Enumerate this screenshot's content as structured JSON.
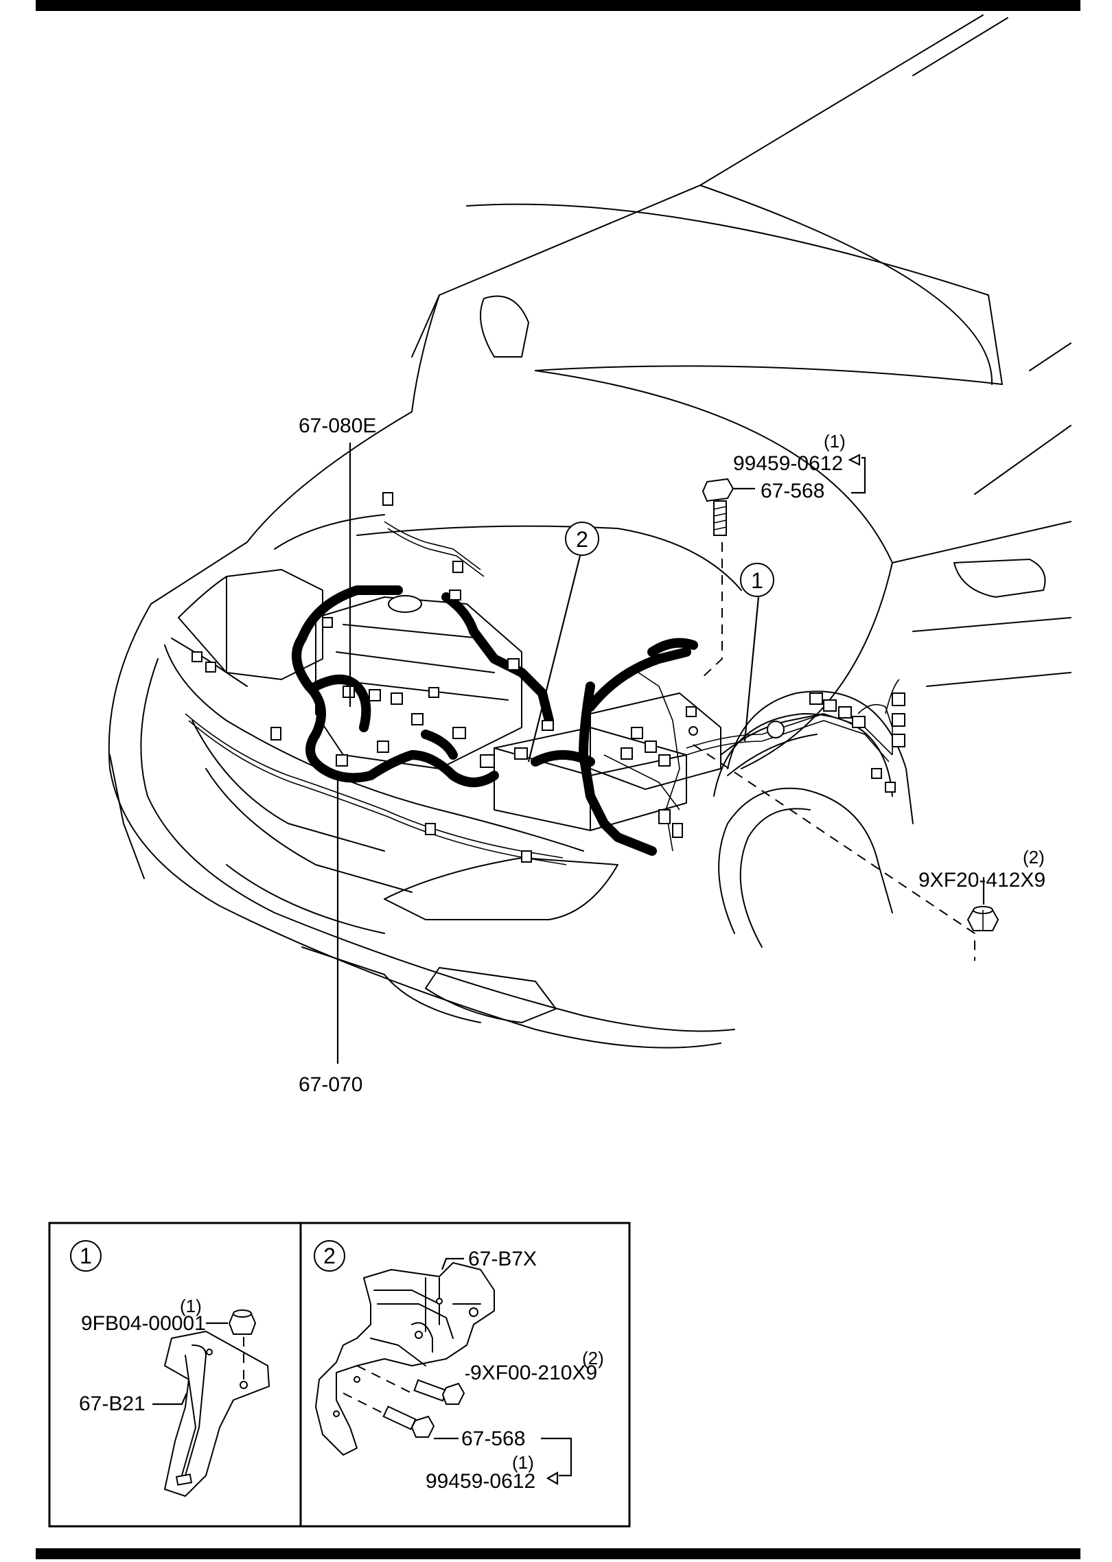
{
  "main": {
    "callouts": [
      "67-080E",
      "67-070",
      "67-568",
      "9XF20-412X9"
    ],
    "callout_qty": {
      "c99459_top": "(1)",
      "c9xf20": "(2)"
    },
    "callout_99459_top": "99459-0612",
    "marker_1": "1",
    "marker_2": "2"
  },
  "detail_1": {
    "marker": "1",
    "nut_qty": "(1)",
    "nut_part": "9FB04-00001",
    "bracket_part": "67-B21"
  },
  "detail_2": {
    "marker": "2",
    "bracket_part": "67-B7X",
    "bolt_a_qty": "(2)",
    "bolt_a_part": "9XF00-210X9",
    "bolt_b_part": "67-568",
    "bolt_b_sub_qty": "(1)",
    "bolt_b_sub_part": "99459-0612"
  }
}
